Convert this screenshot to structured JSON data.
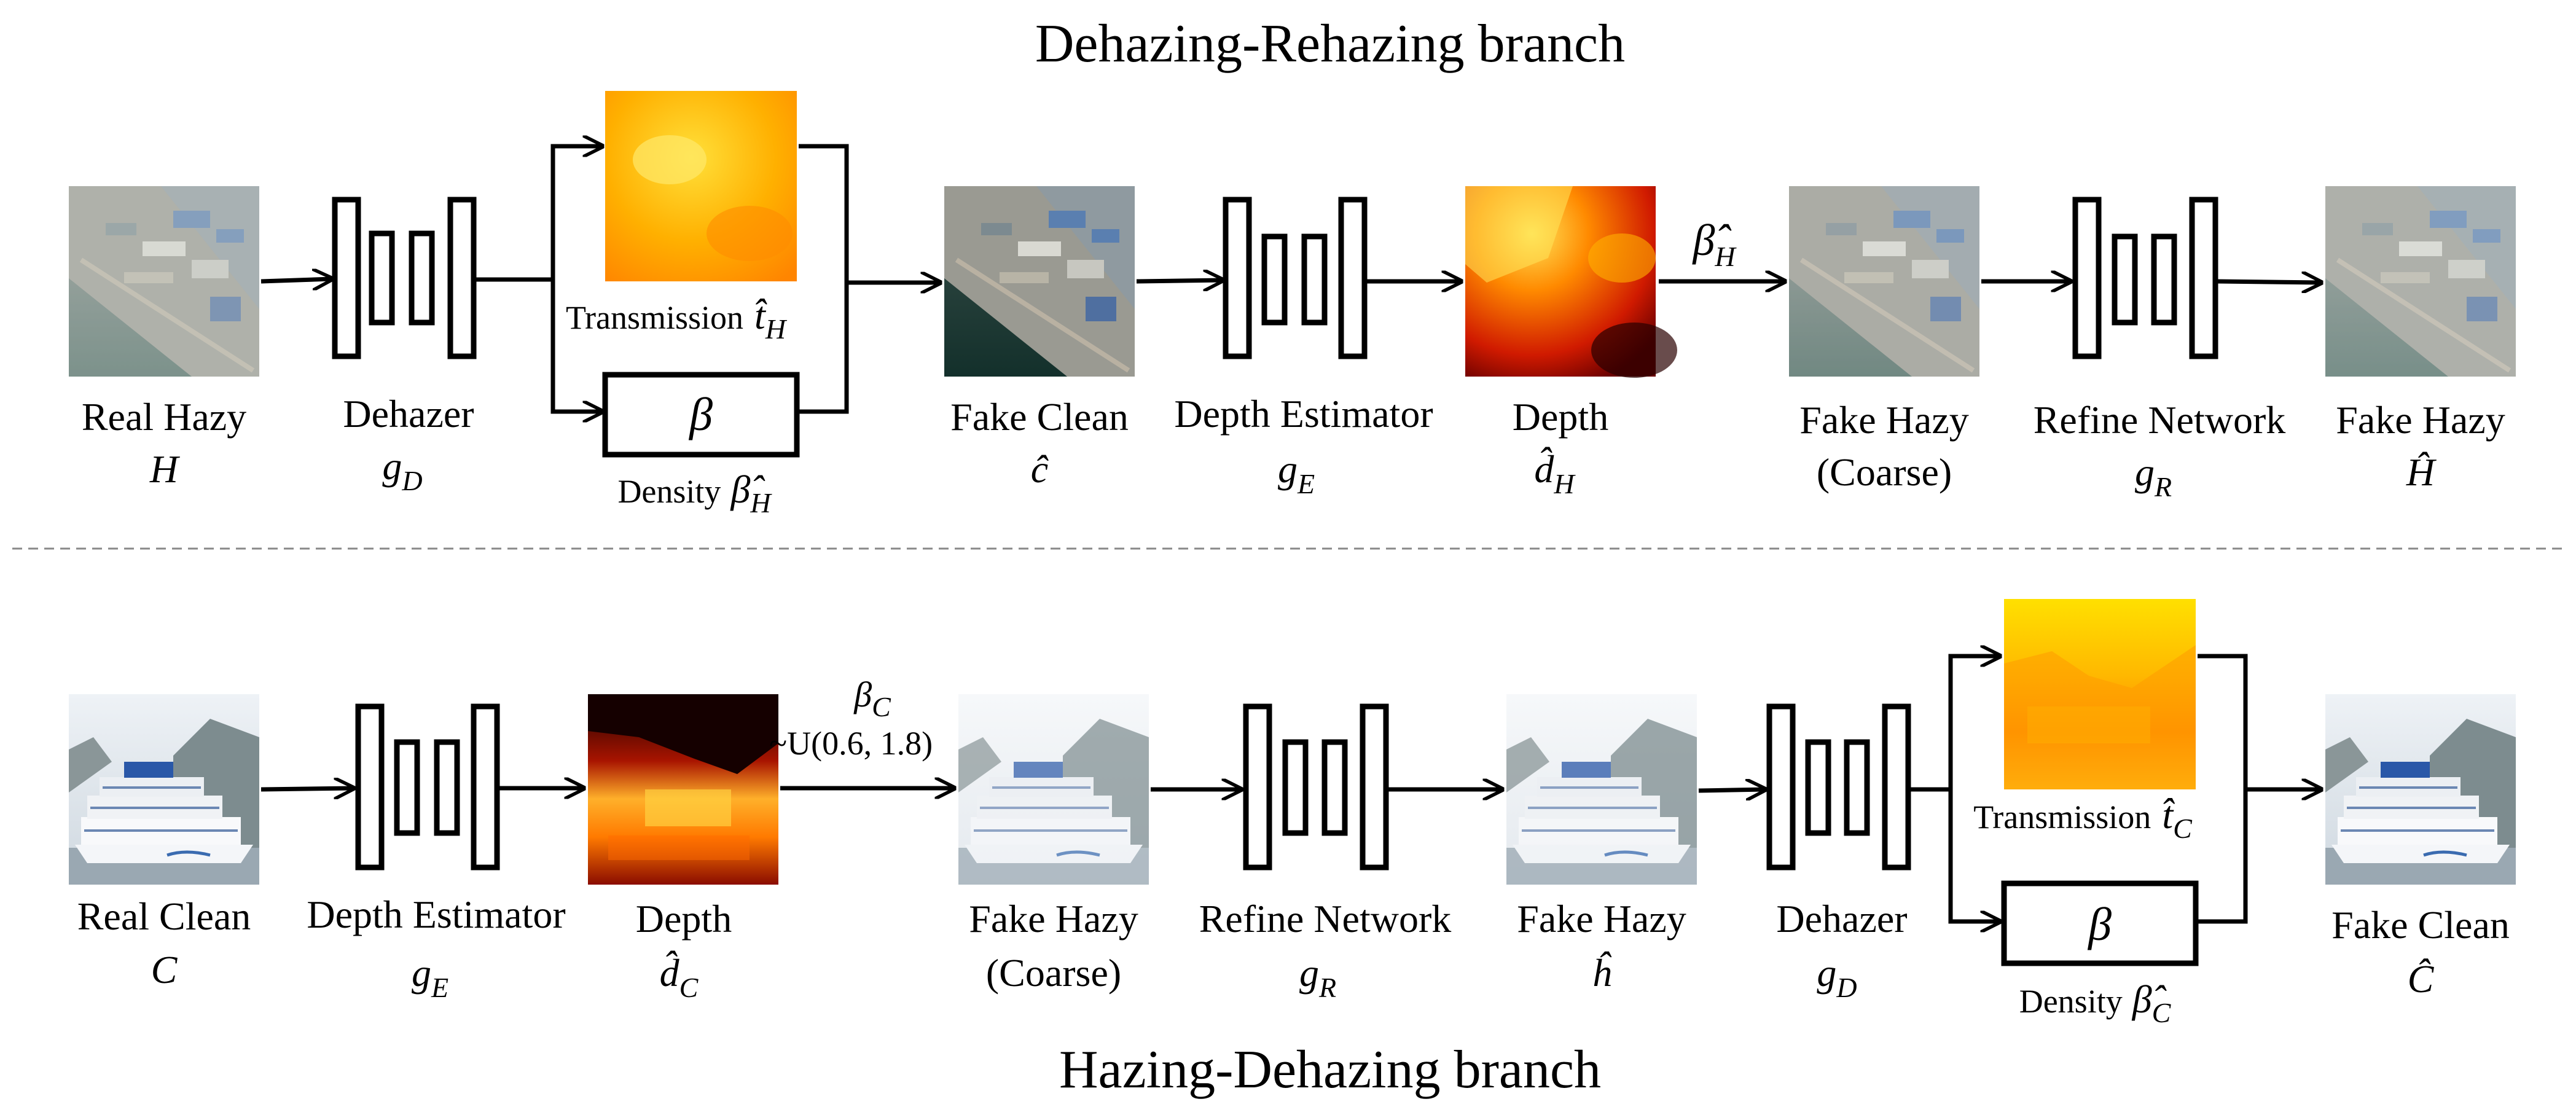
{
  "top": {
    "title": "Dehazing-Rehazing branch",
    "real_hazy": {
      "label": "Real Hazy",
      "sym": "H"
    },
    "dehazer": {
      "label": "Dehazer",
      "sym": "g",
      "sub": "D"
    },
    "transmission": {
      "label": "Transmission",
      "sym": "t̂",
      "sub": "H"
    },
    "density": {
      "label": "Density",
      "sym": "β̂",
      "sub": "H",
      "box": "β"
    },
    "fake_clean": {
      "label": "Fake Clean",
      "sym": "ĉ"
    },
    "depth_estimator": {
      "label": "Depth Estimator",
      "sym": "g",
      "sub": "E"
    },
    "depth": {
      "label": "Depth",
      "sym": "d̂",
      "sub": "H"
    },
    "beta_arrow": {
      "sym": "β̂",
      "sub": "H"
    },
    "fake_hazy_coarse": {
      "label": "Fake Hazy",
      "label2": "(Coarse)"
    },
    "refine": {
      "label": "Refine Network",
      "sym": "g",
      "sub": "R"
    },
    "fake_hazy": {
      "label": "Fake Hazy",
      "sym": "Ĥ"
    }
  },
  "bottom": {
    "title": "Hazing-Dehazing branch",
    "real_clean": {
      "label": "Real Clean",
      "sym": "C"
    },
    "depth_estimator": {
      "label": "Depth Estimator",
      "sym": "g",
      "sub": "E"
    },
    "depth": {
      "label": "Depth",
      "sym": "d̂",
      "sub": "C"
    },
    "beta_arrow": {
      "sym": "β",
      "sub": "C",
      "dist": "~U(0.6, 1.8)"
    },
    "fake_hazy_coarse": {
      "label": "Fake Hazy",
      "label2": "(Coarse)"
    },
    "refine": {
      "label": "Refine Network",
      "sym": "g",
      "sub": "R"
    },
    "fake_hazy": {
      "label": "Fake Hazy",
      "sym": "ĥ"
    },
    "dehazer": {
      "label": "Dehazer",
      "sym": "g",
      "sub": "D"
    },
    "transmission": {
      "label": "Transmission",
      "sym": "t̂",
      "sub": "C"
    },
    "density": {
      "label": "Density",
      "sym": "β̂",
      "sub": "C",
      "box": "β"
    },
    "fake_clean": {
      "label": "Fake Clean",
      "sym": "Ĉ"
    }
  },
  "colors": {
    "aerial_water": "#4e6a62",
    "aerial_land": "#8c8a80",
    "heat_yellow": "#ffd21a",
    "heat_orange": "#ff8a00",
    "heat_red": "#c00000",
    "sky": "#dfe6ec",
    "ship": "#f2f4f7"
  }
}
